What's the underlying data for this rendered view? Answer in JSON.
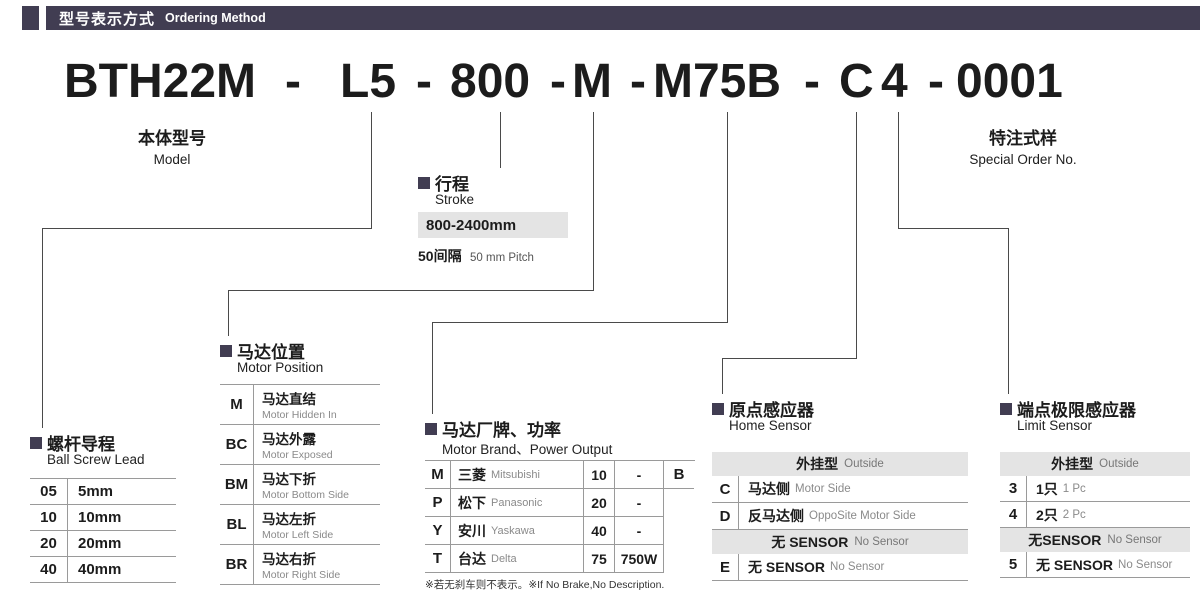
{
  "header": {
    "title_zh": "型号表示方式",
    "title_en": "Ordering Method"
  },
  "model": {
    "segments": [
      "BTH22M",
      "-",
      "L5",
      "-",
      "800",
      "-",
      "M",
      "-",
      "M75B",
      "-",
      "C",
      "4",
      "-",
      "0001"
    ]
  },
  "labels": {
    "model": {
      "zh": "本体型号",
      "en": "Model"
    },
    "special_order": {
      "zh": "特注式样",
      "en": "Special Order No."
    }
  },
  "stroke": {
    "title_zh": "行程",
    "title_en": "Stroke",
    "range": "800-2400mm",
    "pitch_zh": "50间隔",
    "pitch_en": "50 mm Pitch"
  },
  "ball_screw_lead": {
    "title_zh": "螺杆导程",
    "title_en": "Ball Screw Lead",
    "rows": [
      {
        "code": "05",
        "value": "5mm"
      },
      {
        "code": "10",
        "value": "10mm"
      },
      {
        "code": "20",
        "value": "20mm"
      },
      {
        "code": "40",
        "value": "40mm"
      }
    ]
  },
  "motor_position": {
    "title_zh": "马达位置",
    "title_en": "Motor Position",
    "rows": [
      {
        "code": "M",
        "zh": "马达直结",
        "en": "Motor Hidden In"
      },
      {
        "code": "BC",
        "zh": "马达外露",
        "en": "Motor Exposed"
      },
      {
        "code": "BM",
        "zh": "马达下折",
        "en": "Motor Bottom Side"
      },
      {
        "code": "BL",
        "zh": "马达左折",
        "en": "Motor Left Side"
      },
      {
        "code": "BR",
        "zh": "马达右折",
        "en": "Motor Right Side"
      }
    ]
  },
  "motor_brand": {
    "title_zh": "马达厂牌、功率",
    "title_en": "Motor Brand、Power Output",
    "rows": [
      {
        "code": "M",
        "brand_zh": "三菱",
        "brand_en": "Mitsubishi",
        "power_code": "10",
        "power_value": "-",
        "brake": "B"
      },
      {
        "code": "P",
        "brand_zh": "松下",
        "brand_en": "Panasonic",
        "power_code": "20",
        "power_value": "-"
      },
      {
        "code": "Y",
        "brand_zh": "安川",
        "brand_en": "Yaskawa",
        "power_code": "40",
        "power_value": "-"
      },
      {
        "code": "T",
        "brand_zh": "台达",
        "brand_en": "Delta",
        "power_code": "75",
        "power_value": "750W"
      }
    ],
    "footnote_zh": "※若无刹车则不表示。",
    "footnote_en": "※If No Brake,No Description."
  },
  "home_sensor": {
    "title_zh": "原点感应器",
    "title_en": "Home Sensor",
    "group1_zh": "外挂型",
    "group1_en": "Outside",
    "rows": [
      {
        "code": "C",
        "zh": "马达侧",
        "en": "Motor Side"
      },
      {
        "code": "D",
        "zh": "反马达侧",
        "en": "OppoSite Motor Side"
      }
    ],
    "group2_zh": "无 SENSOR",
    "group2_en": "No Sensor",
    "rows2": [
      {
        "code": "E",
        "zh": "无 SENSOR",
        "en": "No Sensor"
      }
    ]
  },
  "limit_sensor": {
    "title_zh": "端点极限感应器",
    "title_en": "Limit Sensor",
    "group1_zh": "外挂型",
    "group1_en": "Outside",
    "rows": [
      {
        "code": "3",
        "zh": "1只",
        "en": "1 Pc"
      },
      {
        "code": "4",
        "zh": "2只",
        "en": "2 Pc"
      }
    ],
    "group2_zh": "无SENSOR",
    "group2_en": "No Sensor",
    "rows2": [
      {
        "code": "5",
        "zh": "无 SENSOR",
        "en": "No Sensor"
      }
    ]
  },
  "colors": {
    "accent": "#413d52",
    "fill": "#e4e4e4",
    "line": "#4a4a4a"
  }
}
